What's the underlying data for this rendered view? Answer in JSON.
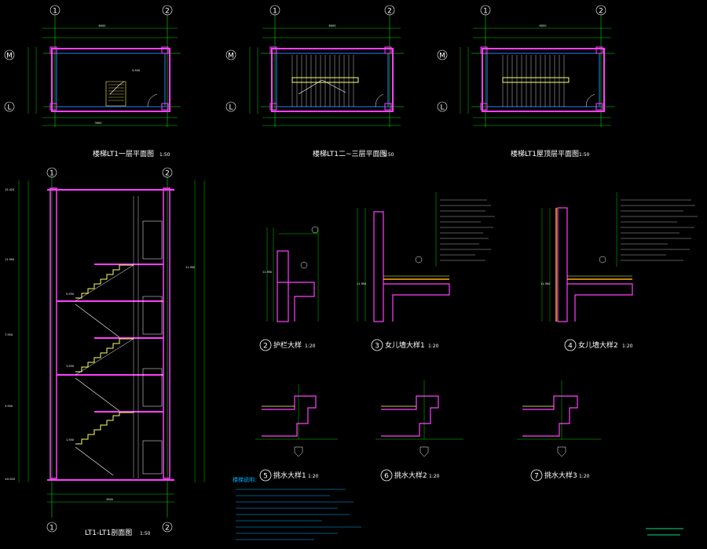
{
  "colors": {
    "background": "#000000",
    "grid_line": "#00ff00",
    "wall": "#ff40ff",
    "stair": "#ffff66",
    "dimension": "#00ff00",
    "text": "#ffffff",
    "note": "#00b0ff",
    "accent": "#ff3333"
  },
  "grid_axes": {
    "one": "1",
    "two": "2",
    "m": "M",
    "l": "L"
  },
  "plans": [
    {
      "title": "楼梯LT1一层平面图",
      "scale": "1:50"
    },
    {
      "title": "楼梯LT1二~三层平面图",
      "scale": "1:50"
    },
    {
      "title": "楼梯LT1屋顶层平面图",
      "scale": "1:50"
    }
  ],
  "section": {
    "title": "LT1-LT1剖面图",
    "scale": "1:50"
  },
  "details_top": [
    {
      "number": "2",
      "title": "护栏大样",
      "scale": "1:20"
    },
    {
      "number": "3",
      "title": "女儿墙大样1",
      "scale": "1:20"
    },
    {
      "number": "4",
      "title": "女儿墙大样2",
      "scale": "1:20"
    }
  ],
  "details_bottom": [
    {
      "number": "5",
      "title": "挑水大样1",
      "scale": "1:20"
    },
    {
      "number": "6",
      "title": "挑水大样2",
      "scale": "1:20"
    },
    {
      "number": "7",
      "title": "挑水大样3",
      "scale": "1:20"
    }
  ],
  "notes": {
    "heading": "楼梯说明："
  }
}
